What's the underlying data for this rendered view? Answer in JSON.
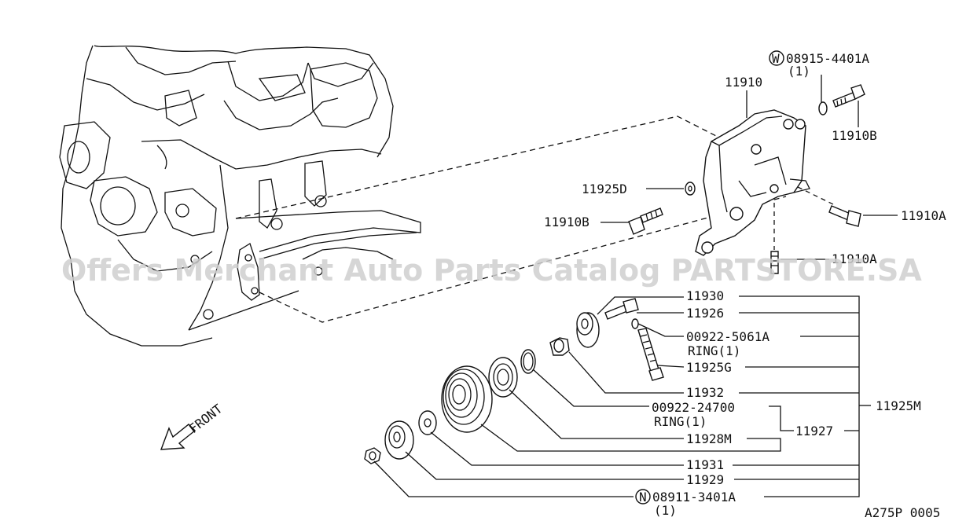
{
  "diagram_id": "A275P 0005",
  "watermark": "Offers Merchant Auto Parts Catalog PARTSTORE.SA",
  "front_label": "FRONT",
  "labels": {
    "p_08915": "08915-4401A",
    "p_08915_qty": "(1)",
    "p_08915_marker": "W",
    "p_11910": "11910",
    "p_11910B_top": "11910B",
    "p_11925D": "11925D",
    "p_11910B_left": "11910B",
    "p_11910A_right": "11910A",
    "p_11910A_lower": "11910A",
    "p_11930": "11930",
    "p_11926": "11926",
    "p_00922_5061A": "00922-5061A",
    "p_ring1_a": "RING(1)",
    "p_11925G": "11925G",
    "p_11932": "11932",
    "p_00922_24700": "00922-24700",
    "p_ring1_b": "RING(1)",
    "p_11927": "11927",
    "p_11925M": "11925M",
    "p_11928M": "11928M",
    "p_11931": "11931",
    "p_11929": "11929",
    "p_08911": "08911-3401A",
    "p_08911_qty": "(1)",
    "p_08911_marker": "N"
  }
}
